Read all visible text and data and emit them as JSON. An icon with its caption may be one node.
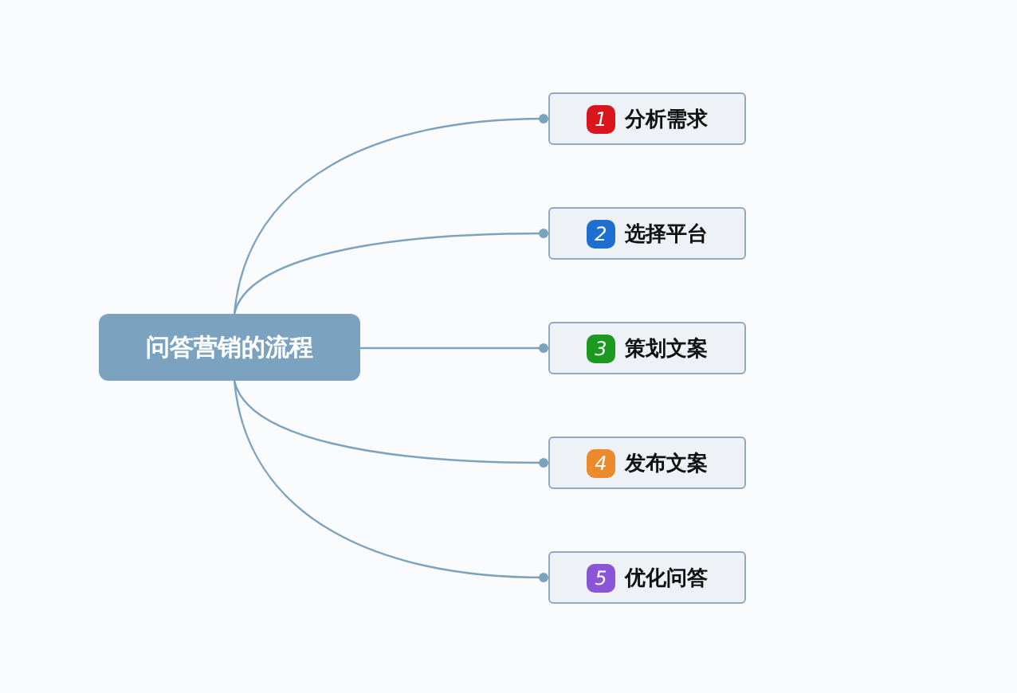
{
  "diagram": {
    "nodes": [
      {
        "text": [
          "问答营销的流程"
        ]
      },
      {
        "text": [
          "1",
          "分析需求"
        ]
      },
      {
        "text": [
          "2",
          "选择平台"
        ]
      },
      {
        "text": [
          "3",
          "策划文案"
        ]
      },
      {
        "text": [
          "4",
          "发布文案"
        ]
      },
      {
        "text": [
          "5",
          "优化问答"
        ]
      }
    ],
    "edges": [
      {
        "from": 0,
        "to": 1,
        "arrow": "other"
      },
      {
        "from": 0,
        "to": 2,
        "arrow": "other"
      },
      {
        "from": 0,
        "to": 3,
        "arrow": "other"
      },
      {
        "from": 0,
        "to": 4,
        "arrow": "other"
      },
      {
        "from": 0,
        "to": 5,
        "arrow": "other"
      }
    ]
  }
}
